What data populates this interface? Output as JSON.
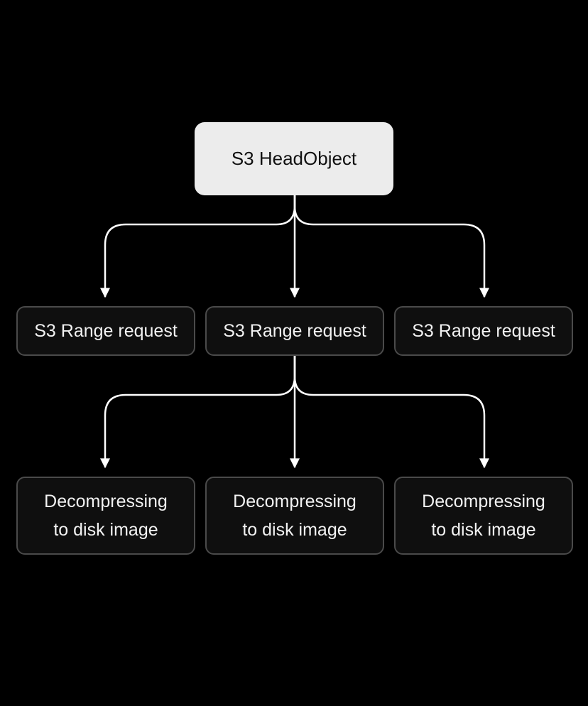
{
  "colors": {
    "background": "#000000",
    "root_fill": "#ececec",
    "node_fill": "#0f0f0f",
    "node_border": "#4a4a4a",
    "connector": "#ffffff"
  },
  "nodes": {
    "root": {
      "label": "S3 HeadObject"
    },
    "range_requests": [
      {
        "label": "S3 Range request"
      },
      {
        "label": "S3 Range request"
      },
      {
        "label": "S3 Range request"
      }
    ],
    "decompress": [
      {
        "line1": "Decompressing",
        "line2": "to disk image"
      },
      {
        "line1": "Decompressing",
        "line2": "to disk image"
      },
      {
        "line1": "Decompressing",
        "line2": "to disk image"
      }
    ]
  },
  "edges": [
    {
      "from": "root",
      "to": "range_requests.0"
    },
    {
      "from": "root",
      "to": "range_requests.1"
    },
    {
      "from": "root",
      "to": "range_requests.2"
    },
    {
      "from": "range_requests.1",
      "to": "decompress.0"
    },
    {
      "from": "range_requests.1",
      "to": "decompress.1"
    },
    {
      "from": "range_requests.1",
      "to": "decompress.2"
    }
  ]
}
